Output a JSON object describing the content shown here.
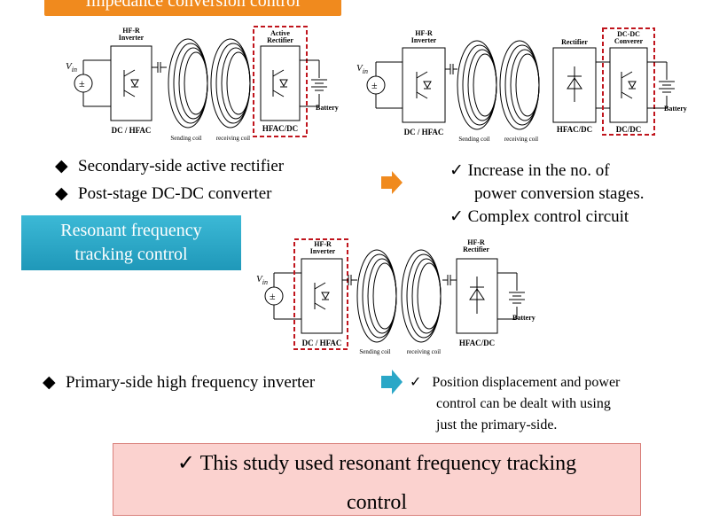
{
  "headers": {
    "impedance": "Impedance conversion control",
    "resonant": [
      "Resonant frequency",
      "tracking control"
    ]
  },
  "diagram_a": {
    "vin": "V",
    "vin_sub": "in",
    "inverter_title": [
      "HF-R",
      "Inverter"
    ],
    "inverter_label": "DC / HFAC",
    "sending_coil": "Sending coil",
    "receiving_coil": "receiving coil",
    "rectifier_title": [
      "Active",
      "Rectifier"
    ],
    "rectifier_label": "HFAC/DC",
    "battery": "Battery"
  },
  "diagram_b": {
    "vin": "V",
    "vin_sub": "in",
    "inverter_title": [
      "HF-R",
      "Inverter"
    ],
    "inverter_label": "DC / HFAC",
    "sending_coil": "Sending coil",
    "receiving_coil": "receiving coil",
    "rectifier_title": "Rectifier",
    "rectifier_label": "HFAC/DC",
    "converter_title": [
      "DC-DC",
      "Converer"
    ],
    "converter_label": "DC/DC",
    "battery": "Battery"
  },
  "diagram_c": {
    "vin": "V",
    "vin_sub": "in",
    "inverter_title": [
      "HF-R",
      "Inverter"
    ],
    "inverter_label": "DC / HFAC",
    "sending_coil": "Sending coil",
    "receiving_coil": "receiving coil",
    "rectifier_title": [
      "HF-R",
      "Rectifier"
    ],
    "rectifier_label": "HFAC/DC",
    "battery": "Battery"
  },
  "bullets_top": [
    "Secondary-side active rectifier",
    "Post-stage DC-DC converter"
  ],
  "checks_top": [
    "Increase in the no. of",
    "power conversion stages.",
    "Complex control circuit"
  ],
  "bullet_mid": "Primary-side high frequency inverter",
  "checks_mid": [
    "Position displacement and power",
    "control can be dealt with using",
    "just the primary-side."
  ],
  "conclusion": [
    "This study used resonant frequency tracking",
    "control"
  ],
  "symbols": {
    "diamond": "◆",
    "check": "✓"
  },
  "colors": {
    "orange_header": "#f08a1e",
    "blue_header": "#2aa7c7",
    "dashed_highlight": "#c0151d",
    "conclusion_bg": "#fbd2cf",
    "arrow_orange": "#f08a1e",
    "arrow_blue": "#2aa7c7"
  }
}
